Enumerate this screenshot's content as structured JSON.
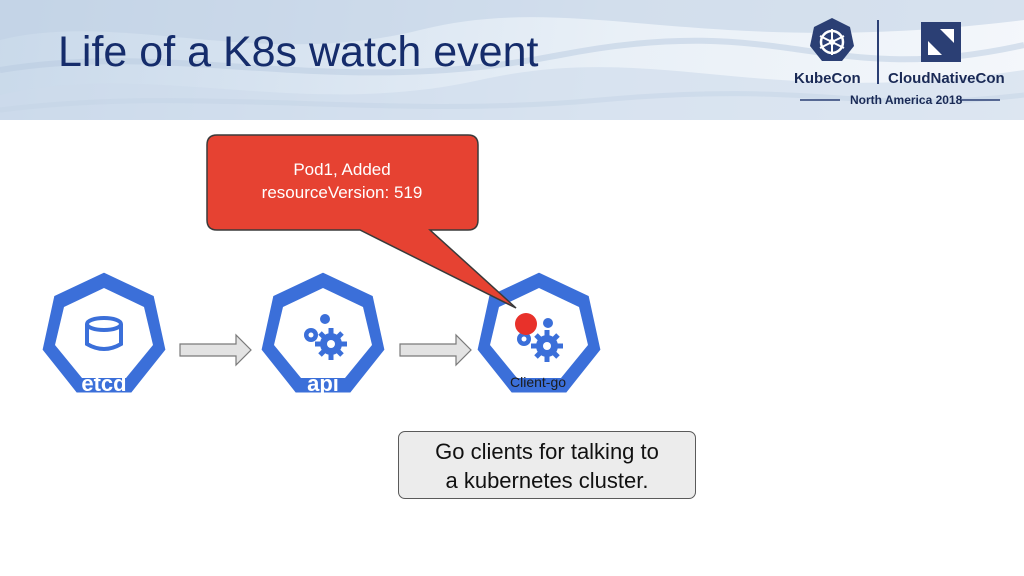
{
  "slide": {
    "title": "Life of a K8s watch event"
  },
  "logos": {
    "kubecon": "KubeCon",
    "cloudnativecon": "CloudNativeCon",
    "event": "North America 2018"
  },
  "nodes": [
    {
      "id": "etcd",
      "label": "etcd",
      "icon": "database-icon"
    },
    {
      "id": "api",
      "label": "api",
      "icon": "gears-icon"
    },
    {
      "id": "client-go",
      "label": "Client-go",
      "icon": "gears-icon"
    }
  ],
  "callout": {
    "line1": "Pod1, Added",
    "line2": "resourceVersion: 519"
  },
  "description": {
    "line1": "Go clients for talking to",
    "line2": "a kubernetes cluster."
  },
  "colors": {
    "title": "#152c6b",
    "node_blue": "#3b6fd9",
    "callout_red": "#e64232",
    "event_dot": "#e8312a",
    "arrow_fill": "#e3e3e3"
  }
}
